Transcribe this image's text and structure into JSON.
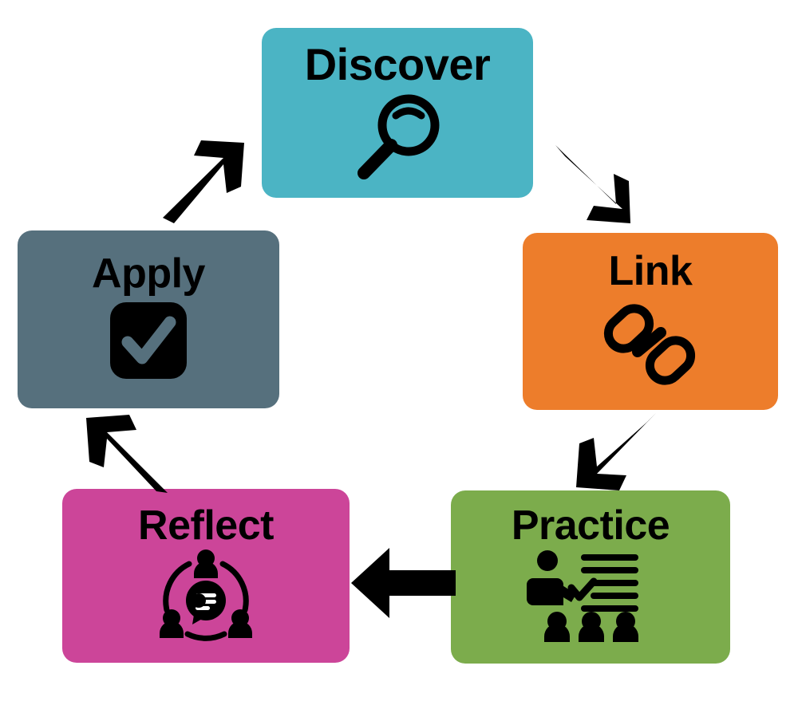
{
  "diagram": {
    "type": "cycle",
    "title": "",
    "background_color": "#ffffff",
    "node_count": 5,
    "arrow_color": "#000000",
    "nodes": [
      {
        "id": "discover",
        "label": "Discover",
        "color": "#4bb4c4",
        "icon": "magnifying-glass-icon",
        "text_color": "#000000",
        "order": 1
      },
      {
        "id": "link",
        "label": "Link",
        "color": "#ed7d2b",
        "icon": "chain-link-icon",
        "text_color": "#000000",
        "order": 2
      },
      {
        "id": "practice",
        "label": "Practice",
        "color": "#7cac4c",
        "icon": "training-presentation-icon",
        "text_color": "#000000",
        "order": 3
      },
      {
        "id": "reflect",
        "label": "Reflect",
        "color": "#cc4599",
        "icon": "discussion-circle-icon",
        "text_color": "#000000",
        "order": 4
      },
      {
        "id": "apply",
        "label": "Apply",
        "color": "#56707d",
        "icon": "checkmark-box-icon",
        "text_color": "#000000",
        "order": 5
      }
    ],
    "arrows": [
      {
        "id": "apply-to-discover",
        "from": "apply",
        "to": "discover",
        "direction": "up-right",
        "icon": "arrow-up-right-icon"
      },
      {
        "id": "discover-to-link",
        "from": "discover",
        "to": "link",
        "direction": "down-right",
        "icon": "arrow-down-right-icon"
      },
      {
        "id": "link-to-practice",
        "from": "link",
        "to": "practice",
        "direction": "down-left",
        "icon": "arrow-down-left-icon"
      },
      {
        "id": "practice-to-reflect",
        "from": "practice",
        "to": "reflect",
        "direction": "left",
        "icon": "arrow-left-icon"
      },
      {
        "id": "reflect-to-apply",
        "from": "reflect",
        "to": "apply",
        "direction": "up-left",
        "icon": "arrow-up-left-icon"
      }
    ]
  }
}
